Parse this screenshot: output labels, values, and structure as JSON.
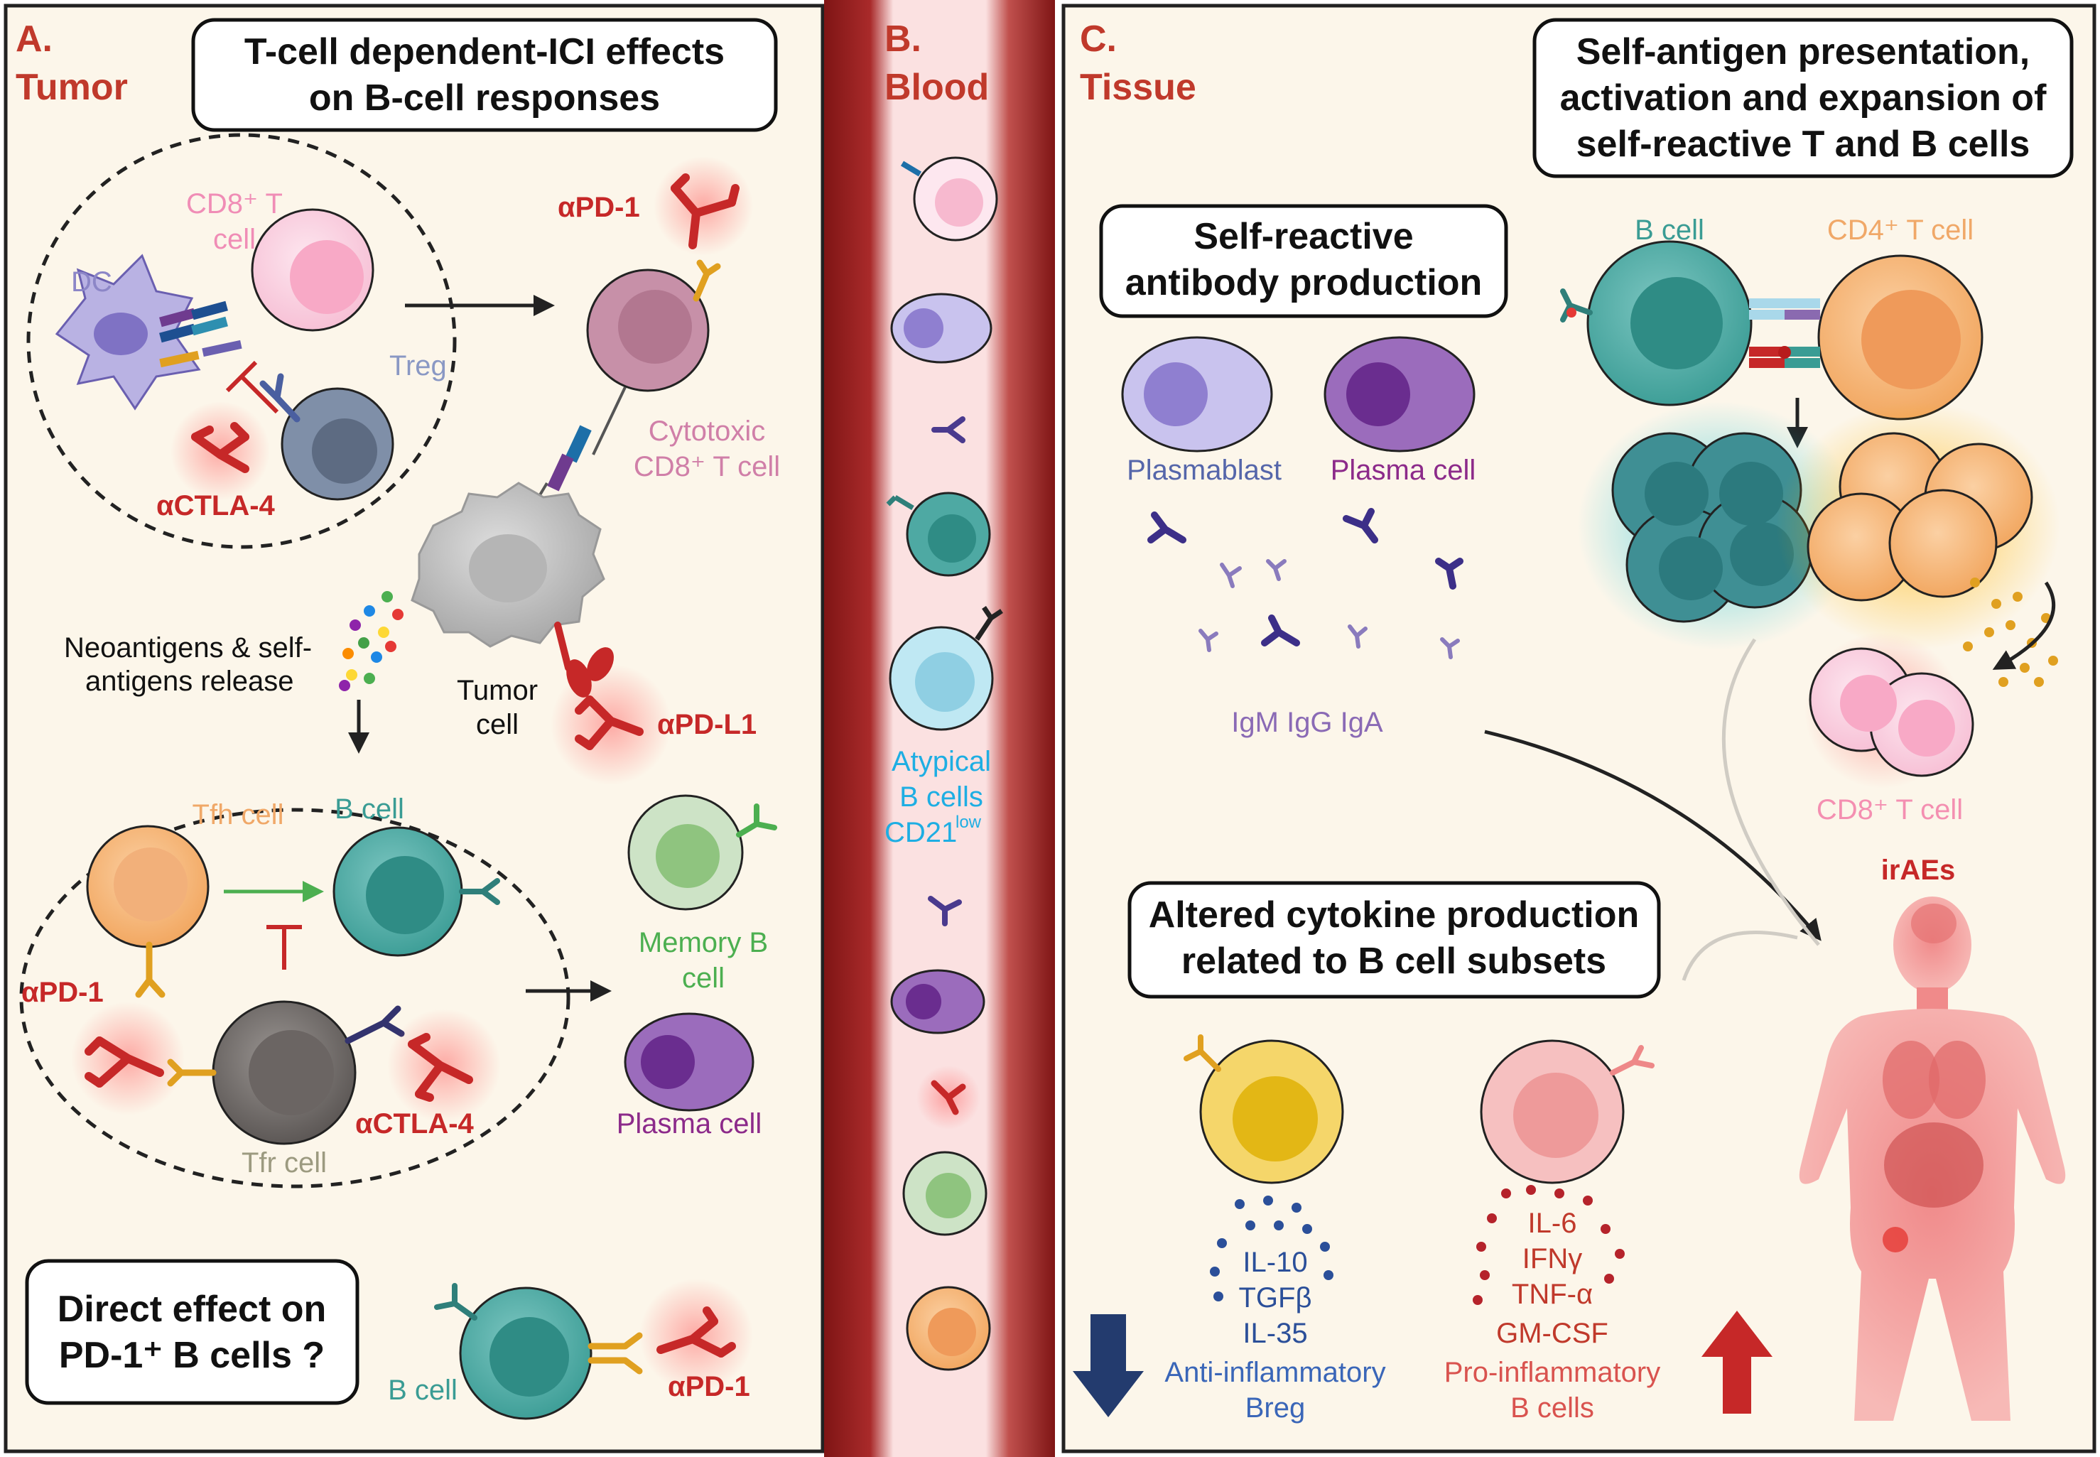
{
  "panels": {
    "tumor": {
      "header_letter": "A.",
      "header_name": "Tumor",
      "box_line1": "T-cell dependent-ICI effects",
      "box_line2": "on B-cell responses",
      "cd8_label_line1": "CD8⁺ T",
      "cd8_label_line2": "cell",
      "dc_label": "DC",
      "treg_label": "Treg",
      "actla4_top": "αCTLA-4",
      "apd1_top": "αPD-1",
      "cytotoxic_line1": "Cytotoxic",
      "cytotoxic_line2": "CD8⁺ T cell",
      "neo_line1": "Neoantigens & self-",
      "neo_line2": "antigens release",
      "tumor_line1": "Tumor",
      "tumor_line2": "cell",
      "apdl1": "αPD-L1",
      "tfh_label": "Tfh cell",
      "bcell_label": "B cell",
      "apd1_mid": "αPD-1",
      "tfr_label": "Tfr cell",
      "actla4_bottom": "αCTLA-4",
      "memory_line1": "Memory B",
      "memory_line2": "cell",
      "plasma_label": "Plasma cell",
      "direct_line1": "Direct effect on",
      "direct_line2": "PD-1⁺ B cells ?",
      "bcell_bottom": "B cell",
      "apd1_bottom": "αPD-1"
    },
    "blood": {
      "header_letter": "B.",
      "header_name": "Blood",
      "atypical_line1": "Atypical",
      "atypical_line2": "B cells",
      "atypical_line3": "CD21",
      "atypical_sup": "low"
    },
    "tissue": {
      "header_letter": "C.",
      "header_name": "Tissue",
      "presentation_line1": "Self-antigen presentation,",
      "presentation_line2": "activation and expansion of",
      "presentation_line3": "self-reactive T and B cells",
      "bcell_label": "B cell",
      "cd4_label": "CD4⁺ T cell",
      "selfreactive_line1": "Self-reactive",
      "selfreactive_line2": "antibody production",
      "plasmablast_label": "Plasmablast",
      "plasmacell_label": "Plasma cell",
      "isotypes": "IgM IgG IgA",
      "cd8_label": "CD8⁺ T cell",
      "iraes": "irAEs",
      "cytokine_line1": "Altered cytokine production",
      "cytokine_line2": "related to B cell subsets",
      "anti_cytokines": [
        "IL-10",
        "TGFβ",
        "IL-35"
      ],
      "anti_line1": "Anti-inflammatory",
      "anti_line2": "Breg",
      "pro_cytokines": [
        "IL-6",
        "IFNγ",
        "TNF-α",
        "GM-CSF"
      ],
      "pro_line1": "Pro-inflammatory",
      "pro_line2": "B cells"
    }
  },
  "colors": {
    "panel_bg": "#fcf6ea",
    "header_red": "#c0392b",
    "antibody_red": "#c62828",
    "vessel_dark": "#8e1c1c",
    "vessel_light": "#fbe3e3",
    "teal_bcell": "#48a9a2",
    "orange_tcell": "#f0a868",
    "pink_cd8": "#f6b6cf",
    "purple_plasma": "#8c4fa8",
    "navy_arrow": "#233b6e"
  }
}
